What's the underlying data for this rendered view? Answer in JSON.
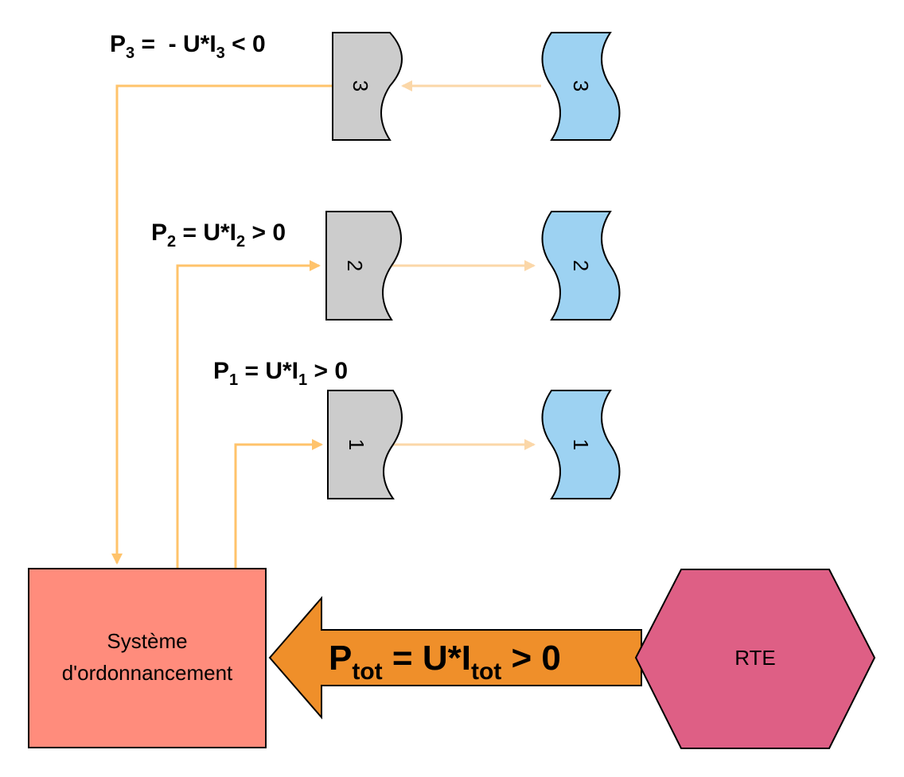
{
  "nodes": {
    "scheduler": {
      "label_line1": "Système",
      "label_line2": "d'ordonnancement"
    },
    "rte": {
      "label": "RTE"
    }
  },
  "equations": {
    "p3": {
      "p": "P",
      "p_sub": "3",
      "mid": " =  - U*I",
      "i_sub": "3",
      "rest": " < 0"
    },
    "p2": {
      "p": "P",
      "p_sub": "2",
      "mid": " = U*I",
      "i_sub": "2",
      "rest": " > 0"
    },
    "p1": {
      "p": "P",
      "p_sub": "1",
      "mid": " = U*I",
      "i_sub": "1",
      "rest": " > 0"
    },
    "ptot": {
      "p": "P",
      "p_sub": "tot",
      "mid": " = U*I",
      "i_sub": "tot",
      "rest": " > 0"
    }
  },
  "storage_units": [
    "1",
    "2",
    "3"
  ],
  "consumers": [
    "1",
    "2",
    "3"
  ],
  "colors": {
    "scheduler": "#ff8c7c",
    "rte": "#de5f85",
    "storage": "#cccccc",
    "consumer": "#9dd2f2",
    "flow_line": "#ffc36b",
    "flow_line_light": "#fbd7a8",
    "big_arrow": "#ef8f2a"
  }
}
